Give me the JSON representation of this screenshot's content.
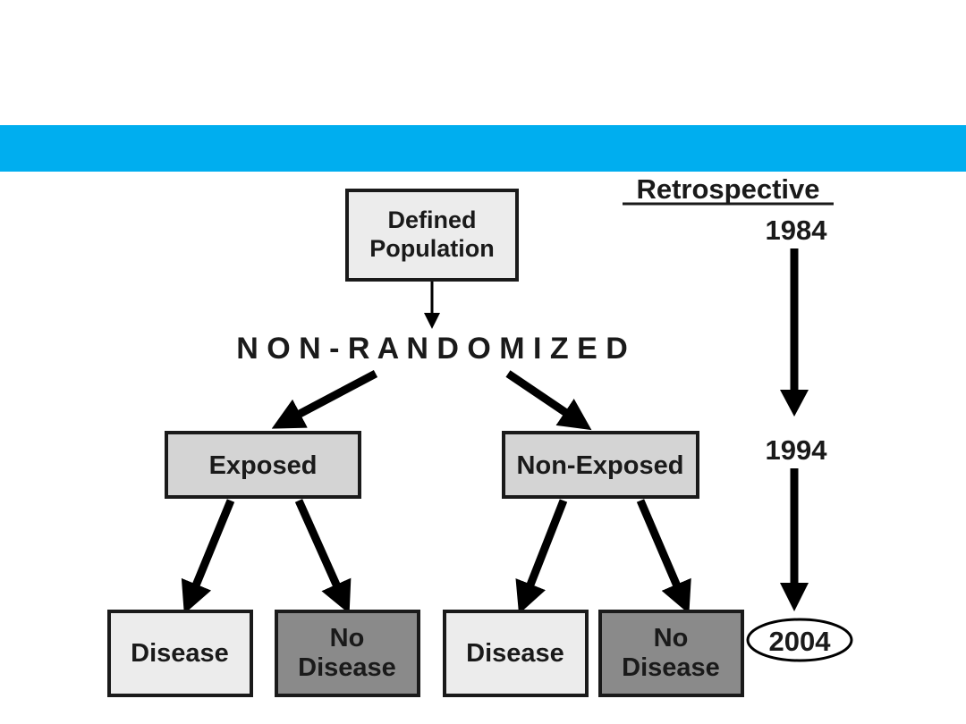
{
  "diagram": {
    "top_box": [
      "Defined",
      "Population"
    ],
    "method": "N O N - R A N D O M I Z E D",
    "groups": [
      "Exposed",
      "Non-Exposed"
    ],
    "outcomes": [
      {
        "lines": [
          "Disease"
        ]
      },
      {
        "lines": [
          "No",
          "Disease"
        ]
      },
      {
        "lines": [
          "Disease"
        ]
      },
      {
        "lines": [
          "No",
          "Disease"
        ]
      }
    ]
  },
  "timeline": {
    "heading": "Retrospective",
    "years": [
      "1984",
      "1994",
      "2004"
    ]
  },
  "colors": {
    "accent_band": "#00aeef"
  }
}
